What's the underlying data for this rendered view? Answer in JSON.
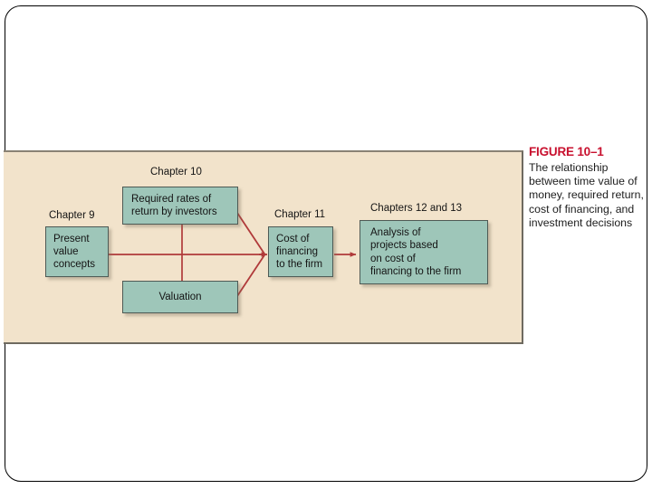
{
  "slide": {
    "background_color": "#ffffff",
    "frame_color": "#000000"
  },
  "figure": {
    "panel_color": "#f2e3cb",
    "box_fill_color": "#9ec6b9",
    "box_border_color": "#4e5a55",
    "connector_color": "#b03a3a",
    "number": "FIGURE 10–1",
    "number_color": "#c8102e",
    "caption": "The relationship between time value of money, required return, cost of financing, and investment decisions"
  },
  "diagram": {
    "type": "flow",
    "nodes": [
      {
        "id": "present-value",
        "label": "Chapter 9",
        "text": "Present\nvalue\nconcepts"
      },
      {
        "id": "required-rates",
        "label": "Chapter 10",
        "text": "Required rates of\nreturn by investors"
      },
      {
        "id": "valuation",
        "label": "",
        "text": "Valuation"
      },
      {
        "id": "cost-financing",
        "label": "Chapter 11",
        "text": "Cost of\nfinancing\nto the firm"
      },
      {
        "id": "analysis",
        "label": "Chapters 12 and 13",
        "text": "Analysis of\nprojects based\non cost of\nfinancing to the firm"
      }
    ],
    "edges": [
      {
        "from": "present-value",
        "to": "cost-financing",
        "arrow": true
      },
      {
        "from": "required-rates",
        "to": "cost-financing",
        "arrow": true
      },
      {
        "from": "valuation",
        "to": "cost-financing",
        "arrow": true
      },
      {
        "from": "required-rates",
        "to": "valuation",
        "arrow": false
      },
      {
        "from": "cost-financing",
        "to": "analysis",
        "arrow": true
      }
    ]
  }
}
